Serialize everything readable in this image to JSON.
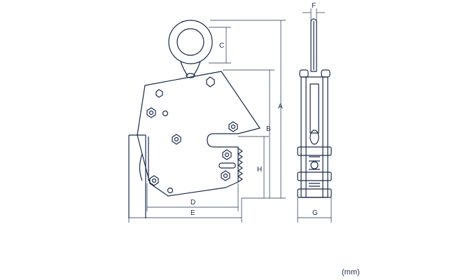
{
  "labels": {
    "dim_a": "A",
    "dim_b": "B",
    "dim_c": "C",
    "dim_d": "D",
    "dim_e": "E",
    "dim_f": "F",
    "dim_g": "G",
    "dim_h": "H"
  },
  "unit": "(mm)",
  "colors": {
    "line": "#1a2a4a",
    "fill": "#ffffff"
  }
}
